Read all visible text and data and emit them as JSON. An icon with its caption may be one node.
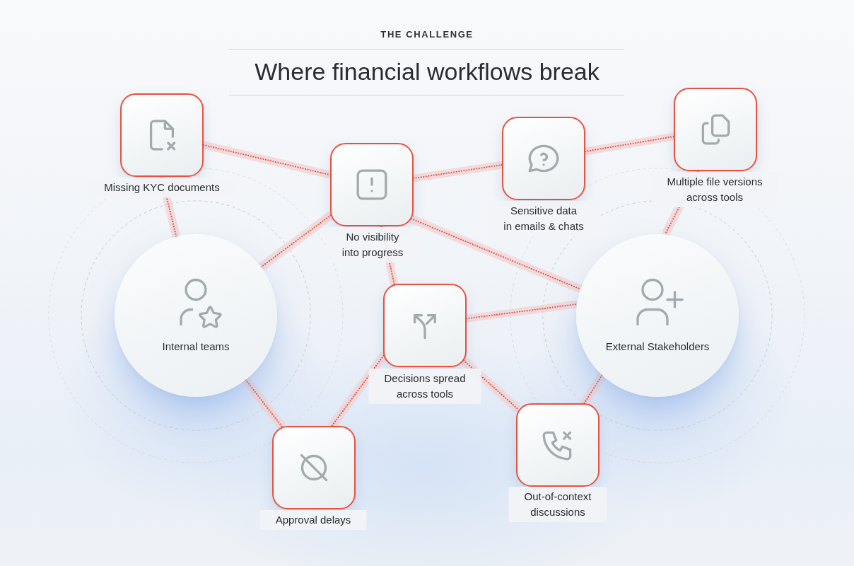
{
  "diagram": {
    "title": "Where financial workflows break",
    "nodes": [
      {
        "text": [],
        "shape": "box",
        "beside": [
          "Missing KYC documents"
        ]
      },
      {
        "text": [],
        "shape": "box",
        "beside": [
          "No visibility into progress"
        ]
      },
      {
        "text": [],
        "shape": "box",
        "beside": [
          "Sensitive data in emails & chats"
        ]
      },
      {
        "text": [],
        "shape": "box",
        "beside": [
          "Multiple file versions across tools"
        ]
      },
      {
        "text": [
          "Internal teams"
        ]
      },
      {
        "text": [],
        "shape": "box",
        "beside": [
          "Decisions spread across tools"
        ]
      },
      {
        "text": [
          "External Stakeholders"
        ]
      },
      {
        "text": [],
        "shape": "box",
        "beside": [
          "Approval delays"
        ]
      },
      {
        "text": [],
        "shape": "box",
        "beside": [
          "Out-of-context discussions"
        ]
      }
    ],
    "edges": [
      {
        "from": 0,
        "to": 1,
        "arrow": "none"
      },
      {
        "from": 0,
        "to": 4,
        "arrow": "none"
      },
      {
        "from": 1,
        "to": 2,
        "arrow": "none"
      },
      {
        "from": 2,
        "to": 3,
        "arrow": "none"
      },
      {
        "from": 1,
        "to": 4,
        "arrow": "none"
      },
      {
        "from": 1,
        "to": 6,
        "arrow": "none"
      },
      {
        "from": 1,
        "to": 5,
        "arrow": "none"
      },
      {
        "from": 3,
        "to": 6,
        "arrow": "none"
      },
      {
        "from": 5,
        "to": 6,
        "arrow": "none"
      },
      {
        "from": 4,
        "to": 7,
        "arrow": "none"
      },
      {
        "from": 5,
        "to": 7,
        "arrow": "none"
      },
      {
        "from": 5,
        "to": 8,
        "arrow": "none"
      },
      {
        "from": 6,
        "to": 8,
        "arrow": "none"
      }
    ],
    "labels": [
      "THE CHALLENGE"
    ]
  }
}
